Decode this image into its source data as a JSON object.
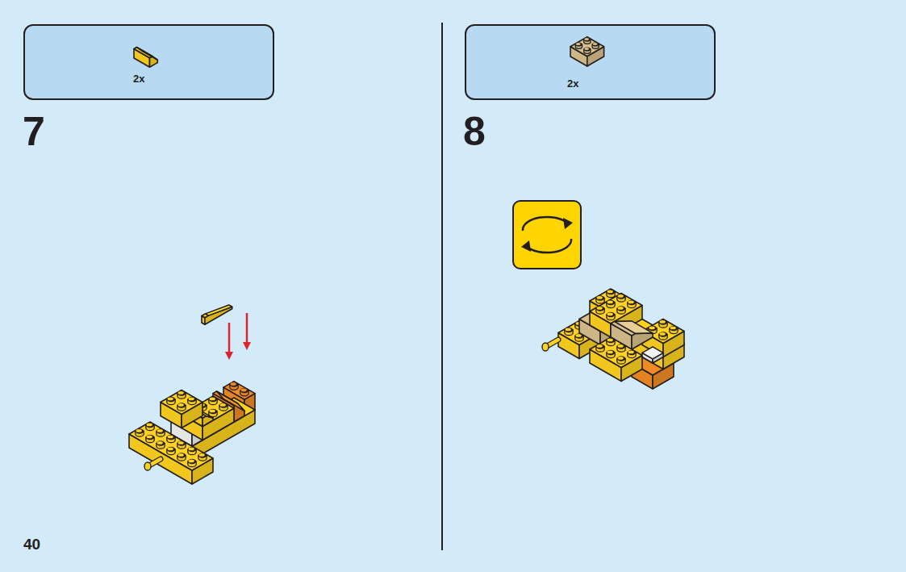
{
  "diagram": {
    "nodes": [
      {
        "text": [
          "2x"
        ]
      },
      {
        "text": [
          "2x"
        ]
      }
    ],
    "labels": [
      "7",
      "8",
      "40"
    ]
  }
}
